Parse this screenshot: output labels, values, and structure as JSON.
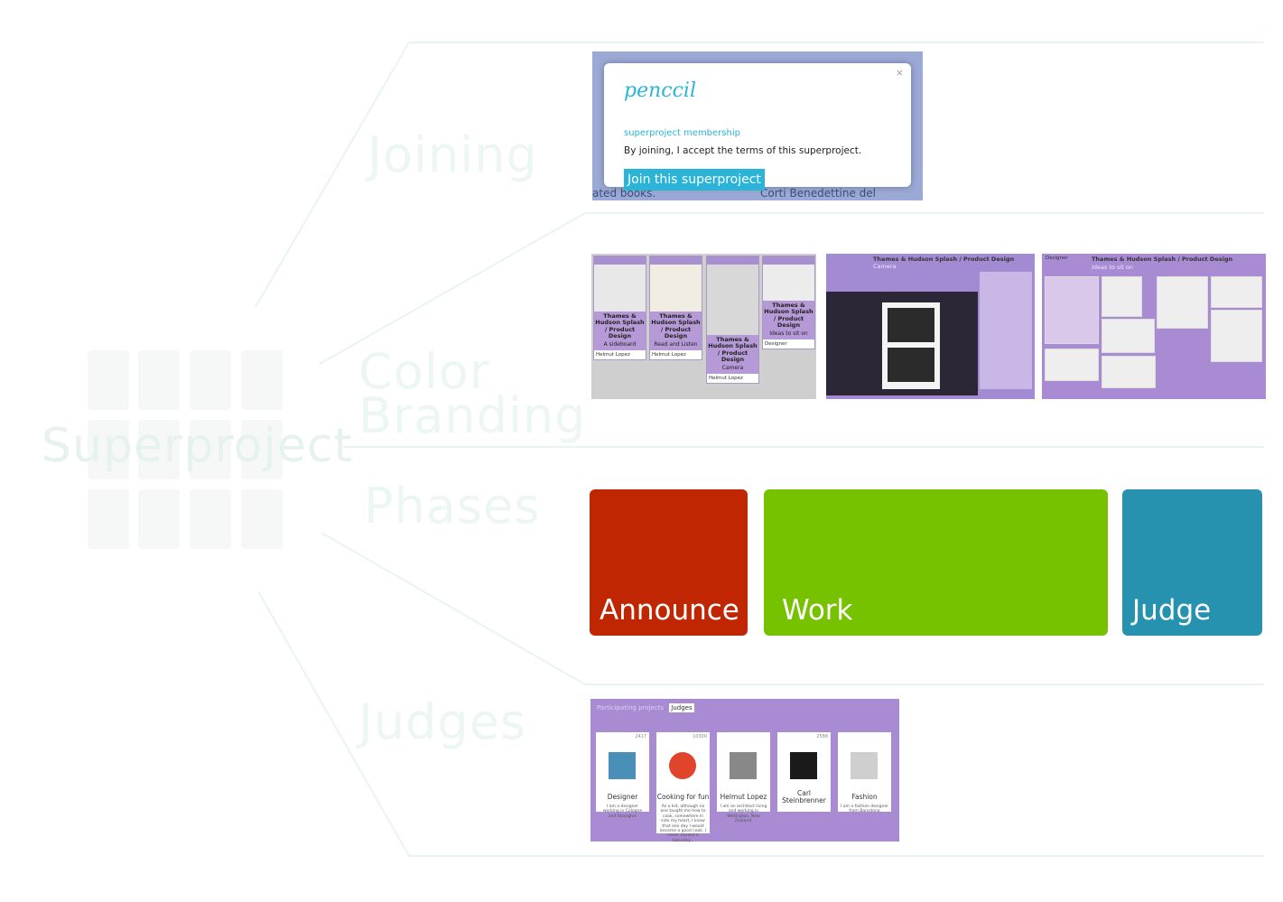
{
  "diagram": {
    "root_label": "Superproject",
    "branches": [
      {
        "label": "Joining"
      },
      {
        "label": "Color\nBranding",
        "lines": [
          "Color",
          "Branding"
        ]
      },
      {
        "label": "Phases"
      },
      {
        "label": "Judges"
      }
    ]
  },
  "joining": {
    "logo": "penccil",
    "close_glyph": "×",
    "subtitle": "superproject membership",
    "terms": "By joining, I accept the terms of this superproject.",
    "button": "Join this superproject",
    "bg_left_text": "ated books.",
    "bg_right_text": "Corti Benedettine del Padovano"
  },
  "branding": {
    "cards": [
      {
        "title": "Thames & Hudson Splash / Product Design",
        "subtitle": "A sideboard",
        "author": "Helmut Lopez"
      },
      {
        "title": "Thames & Hudson Splash / Product Design",
        "subtitle": "Read and Listen",
        "author": "Helmut Lopez"
      },
      {
        "title": "Thames & Hudson Splash / Product Design",
        "subtitle": "Camera",
        "author": "Helmut Lopez"
      },
      {
        "title": "Thames & Hudson Splash / Product Design",
        "subtitle": "Ideas to sit on",
        "author": "Designer"
      }
    ],
    "detail_title": "Thames & Hudson Splash / Product Design",
    "detail_subtitle": "Camera",
    "gallery_title": "Thames & Hudson Splash / Product Design",
    "gallery_subtitle": "Ideas to sit on",
    "gallery_user": "Designer"
  },
  "phases": [
    {
      "label": "Announce",
      "color": "#c12602"
    },
    {
      "label": "Work",
      "color": "#77c200"
    },
    {
      "label": "Judge",
      "color": "#2692af"
    }
  ],
  "judges": {
    "tabs": [
      "Participating projects",
      "Judges"
    ],
    "people": [
      {
        "name": "Designer",
        "points": "2417",
        "desc": "I am a designer working in Cologne and Shanghai"
      },
      {
        "name": "Cooking for fun",
        "points": "10300",
        "desc": "As a kid, although no one taught me how to cook, somewhere in side my heart, I knew that one day I would become a good cook. I never missed a Saturday..."
      },
      {
        "name": "Helmut Lopez",
        "points": "",
        "desc": "I am an architect living and working in Wellington, New Zealand."
      },
      {
        "name": "Carl Steinbrenner",
        "points": "2588",
        "desc": ""
      },
      {
        "name": "Fashion",
        "points": "",
        "desc": "I am a fashion designer from Barcelona"
      }
    ]
  }
}
